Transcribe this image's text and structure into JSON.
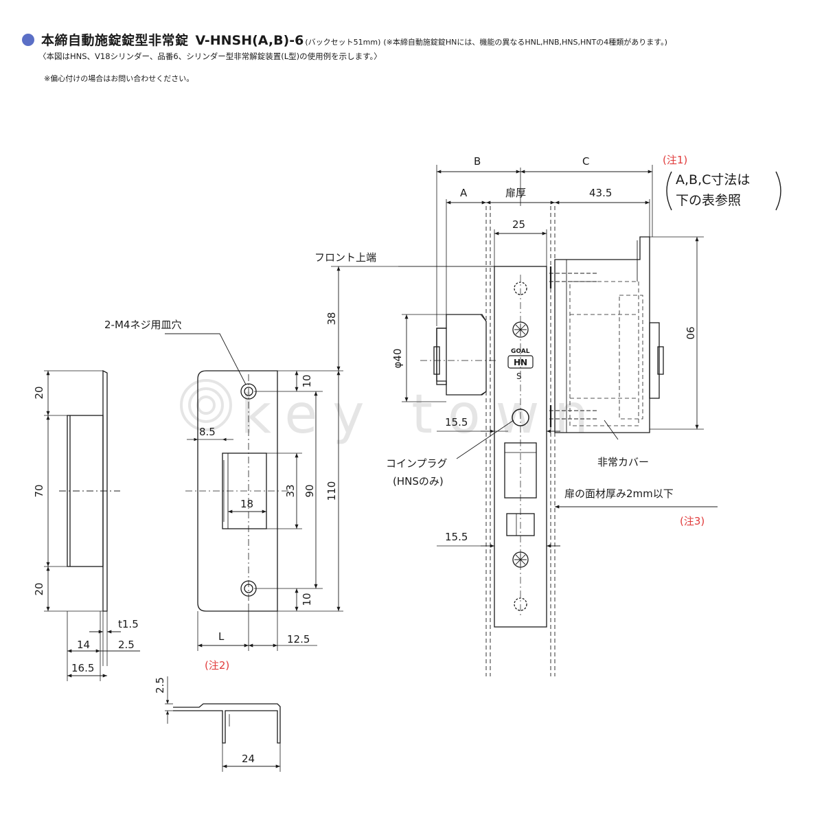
{
  "header": {
    "title": "本締自動施錠錠型非常錠",
    "model": "V-HNSH(A,B)-6",
    "backset_note": "(バックセット51mm)",
    "variant_note": "(※本締自動施錠錠HNには、機能の異なるHNL,HNB,HNS,HNTの4種類があります。)",
    "figure_note": "〈本図はHNS、V18シリンダー、品番6、シリンダー型非常解錠装置(L型)の使用例を示します。〉",
    "offset_note": "※偏心付けの場合はお問い合わせください。"
  },
  "watermark": "key town",
  "colors": {
    "bullet": "#5b6fc6",
    "note_red": "#e03a3a",
    "line": "#1a1a1a"
  },
  "strike_side": {
    "dim_top": "20",
    "dim_mid": "70",
    "dim_bot": "20",
    "dim_t": "t1.5",
    "dim_14": "14",
    "dim_25": "2.5",
    "dim_165": "16.5"
  },
  "strike_front": {
    "screw_label": "2-M4ネジ用皿穴",
    "dim_85": "8.5",
    "dim_18": "18",
    "dim_33": "33",
    "dim_90": "90",
    "dim_10a": "10",
    "dim_10b": "10",
    "dim_110": "110",
    "dim_L": "L",
    "dim_125": "12.5",
    "note2": "(注2)"
  },
  "strike_bottom": {
    "dim_25": "2.5",
    "dim_24": "24"
  },
  "lock": {
    "dim_B": "B",
    "dim_C": "C",
    "dim_A": "A",
    "dim_door": "扉厚",
    "dim_435": "43.5",
    "dim_25": "25",
    "note1": "(注1)",
    "note1_line1": "A,B,C寸法は",
    "note1_line2": "下の表参照",
    "front_top": "フロント上端",
    "dim_38": "38",
    "dim_phi40": "φ40",
    "dim_90": "90",
    "dim_155a": "15.5",
    "dim_155b": "15.5",
    "coin_plug": "コインプラグ",
    "coin_plug_sub": "(HNSのみ)",
    "cover": "非常カバー",
    "face_note": "扉の面材厚み2mm以下",
    "note3": "(注3)",
    "brand": "GOAL",
    "badge": "HN",
    "badge_s": "S"
  }
}
